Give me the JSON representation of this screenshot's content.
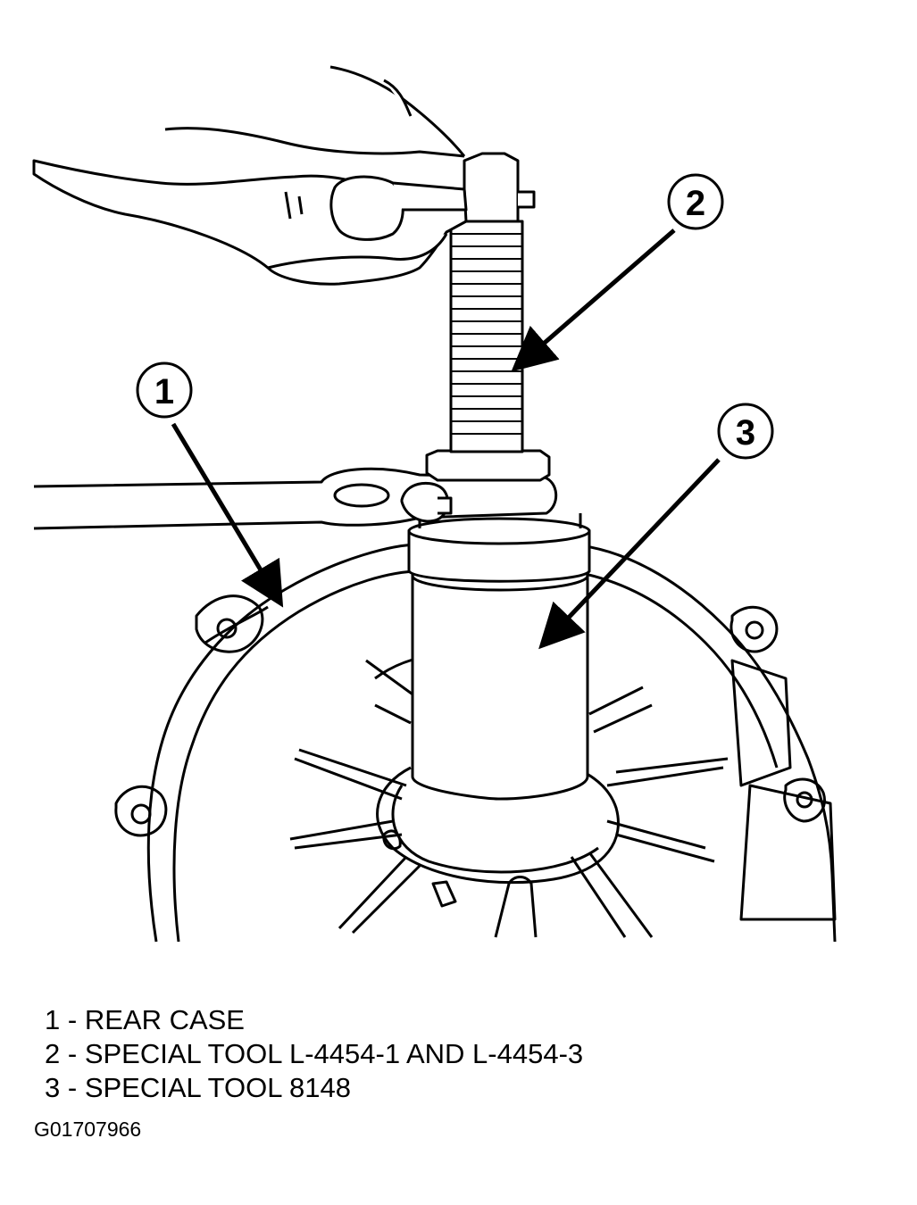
{
  "callouts": {
    "c1": "1",
    "c2": "2",
    "c3": "3"
  },
  "legend": [
    {
      "num": "1",
      "sep": "-",
      "text": "REAR CASE"
    },
    {
      "num": "2",
      "sep": "-",
      "text": "SPECIAL TOOL L-4454-1 AND L-4454-3"
    },
    {
      "num": "3",
      "sep": "-",
      "text": "SPECIAL TOOL 8148"
    }
  ],
  "figure_id": "G01707966",
  "colors": {
    "ink": "#000000",
    "paper": "#ffffff"
  }
}
